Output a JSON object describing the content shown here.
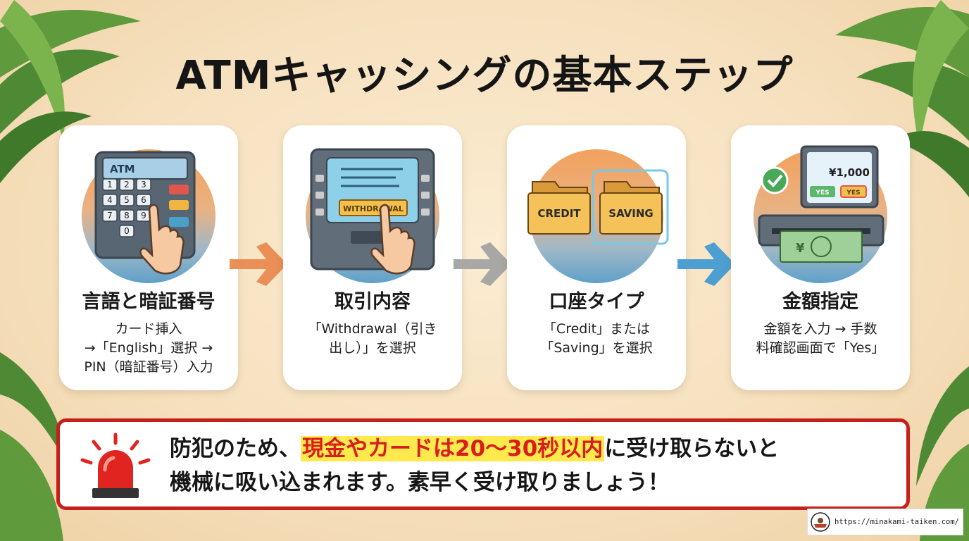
{
  "title": "ATMキャッシングの基本ステップ",
  "steps": [
    {
      "title": "言語と暗証番号",
      "desc_lines": [
        "カード挿入",
        "→「English」選択 →",
        "PIN（暗証番号）入力"
      ],
      "screen_label": "ATM",
      "keys": [
        "1",
        "2",
        "3",
        "4",
        "5",
        "6",
        "7",
        "8",
        "9",
        "0"
      ]
    },
    {
      "title": "取引内容",
      "desc_lines": [
        "「Withdrawal（引き",
        "出し）」を選択"
      ],
      "button_label": "WITHDRAWAL"
    },
    {
      "title": "口座タイプ",
      "desc_lines": [
        "「Credit」または",
        "「Saving」を選択"
      ],
      "folders": [
        "CREDIT",
        "SAVING"
      ]
    },
    {
      "title": "金額指定",
      "desc_lines": [
        "金額を入力 → 手数",
        "料確認画面で「Yes」"
      ],
      "amount": "¥1,000",
      "yes_labels": [
        "YES",
        "YES"
      ],
      "bill_symbol": "¥"
    }
  ],
  "warning": {
    "text_before": "防犯のため、",
    "highlight": "現金やカードは20〜30秒以内",
    "text_after": "に受け取らないと",
    "line2": "機械に吸い込まれます。素早く受け取りましょう！"
  },
  "credit": {
    "url": "https://minakami-taiken.com/"
  },
  "colors": {
    "accent_red": "#c6201c",
    "highlight_bg": "#ffe94d",
    "highlight_text": "#d81d1d"
  }
}
